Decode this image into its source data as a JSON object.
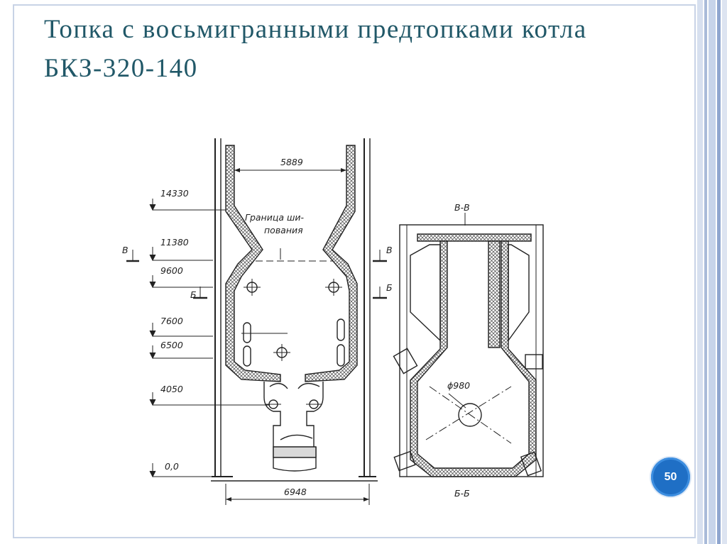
{
  "slide": {
    "title": "Топка с восьмигранными предтопками котла БКЗ-320-140",
    "page_number": "50",
    "colors": {
      "title": "#215868",
      "badge": "#1f6fc5",
      "frame": "#c8d3e6"
    }
  },
  "diagram": {
    "top_width": "5889",
    "bottom_width": "6948",
    "boundary_label_1": "Граница ши-",
    "boundary_label_2": "пования",
    "elevations": [
      "14330",
      "11380",
      "9600",
      "7600",
      "6500",
      "4050",
      "0,0"
    ],
    "cut_v_left": "В",
    "cut_v_right": "В",
    "cut_b_left": "Б",
    "cut_b_right": "Б",
    "section_top": "В-В",
    "section_bottom": "Б-Б",
    "diameter": "ϕ980"
  }
}
